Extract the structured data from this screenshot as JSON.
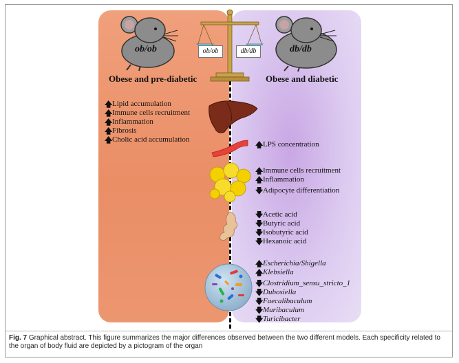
{
  "left": {
    "model": "ob/ob",
    "title": "Obese and pre-diabetic",
    "items": [
      {
        "dir": "up",
        "text": "Lipid accumulation"
      },
      {
        "dir": "up",
        "text": "Immune cells recruitment"
      },
      {
        "dir": "up",
        "text": "Inflammation"
      },
      {
        "dir": "up",
        "text": "Fibrosis"
      },
      {
        "dir": "up",
        "text": "Cholic acid accumulation"
      }
    ]
  },
  "right": {
    "model": "db/db",
    "title": "Obese and diabetic",
    "intestine": [
      {
        "dir": "up",
        "text": "LPS concentration"
      }
    ],
    "adipose": [
      {
        "dir": "up",
        "text": "Immune cells recruitment"
      },
      {
        "dir": "up",
        "text": "Inflammation"
      },
      {
        "dir": "down",
        "text": "Adipocyte differentiation"
      }
    ],
    "gut_acids": [
      {
        "dir": "down",
        "text": "Acetic acid"
      },
      {
        "dir": "down",
        "text": "Butyric acid"
      },
      {
        "dir": "down",
        "text": "Isobutyric acid"
      },
      {
        "dir": "down",
        "text": "Hexanoic acid"
      }
    ],
    "microbiota": [
      {
        "dir": "up",
        "text": "Escherichia/Shigella"
      },
      {
        "dir": "up",
        "text": "Klebsiella"
      },
      {
        "dir": "down",
        "text": "Clostridium_sensu_stricto_1"
      },
      {
        "dir": "down",
        "text": "Dubosiella"
      },
      {
        "dir": "down",
        "text": "Faecalibaculum"
      },
      {
        "dir": "down",
        "text": "Muribaculum"
      },
      {
        "dir": "down",
        "text": "Turicibacter"
      }
    ]
  },
  "scale": {
    "left_label": "ob/ob",
    "right_label": "db/db"
  },
  "caption": {
    "fig_label": "Fig. 7",
    "text": "Graphical abstract. This figure summarizes the major differences observed between the two different models. Each specificity related to the organ of body fluid are depicted by a pictogram of the organ"
  },
  "arrows": {
    "up": "🡅",
    "down": "🡇"
  },
  "colors": {
    "left_panel": "#ec9670",
    "right_panel": "#d8c3ee",
    "liver": "#7a2b1a",
    "intestine": "#e8413a",
    "adipose": "#f4d000"
  }
}
